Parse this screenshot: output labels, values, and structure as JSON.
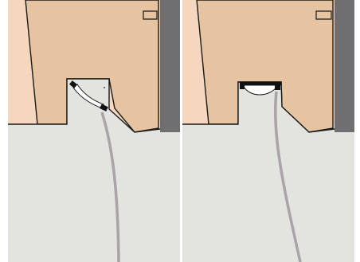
{
  "panels": [
    {
      "id": "left",
      "cable_state": "angled"
    },
    {
      "id": "right",
      "cable_state": "seated"
    }
  ],
  "colors": {
    "background": "#ffffff",
    "skin_light": "#f5d6bf",
    "panel_tan": "#e6c4a1",
    "wall_gray": "#6f6f72",
    "floor_gray": "#e3e3df",
    "outline": "#1a1a1a",
    "cable": "#a8a4a8",
    "connector_white": "#ffffff",
    "connector_black": "#111111"
  }
}
